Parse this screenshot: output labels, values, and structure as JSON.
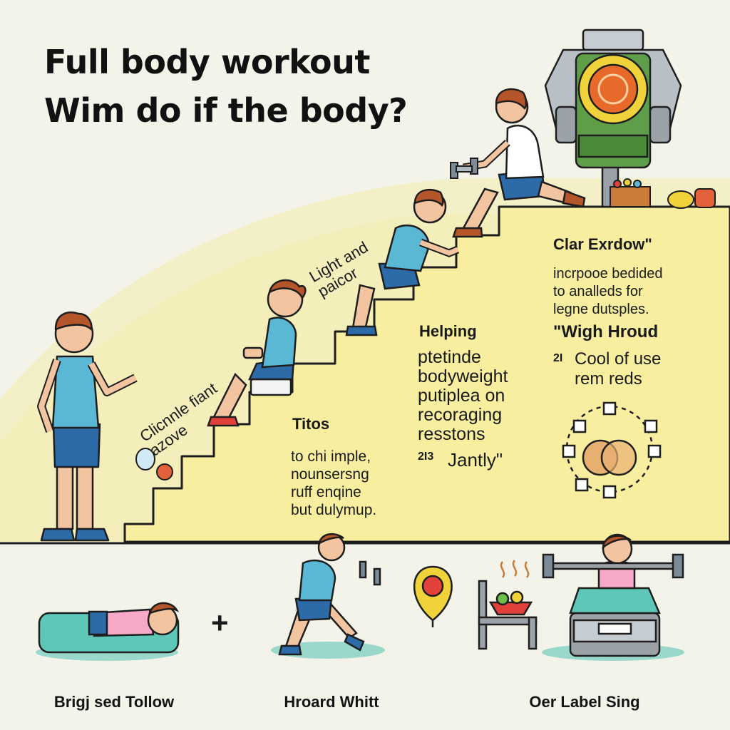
{
  "title": {
    "line1": "Full body workout",
    "line2": "Wim do if the body?"
  },
  "captions": {
    "light_and_paicor": "Light and\npaicor",
    "clicnnle_fiant": "Clicnnle fiant\nazove",
    "titos_heading": "Titos",
    "titos_body": "to chi imple,\nnounsersng\nruff enqine\nbut dulymup.",
    "helping_heading": "Helping",
    "helping_body": "ptetinde\nbodyweight\nputiplea on\nrecoraging\nresstons",
    "jantly_number": "2I3",
    "jantly_text": "Jantly\"",
    "clar_heading": "Clar Exrdow\"",
    "clar_body": "incrpooe bedided\nto analleds for\nlegne dutsples.",
    "wigh_heading": "\"Wigh Hroud",
    "cool_number": "2I",
    "cool_text": "Cool of use\nrem reds"
  },
  "bottom_labels": {
    "left": "Brigj sed Tollow",
    "plus": "+",
    "middle": "Hroard Whitt",
    "right": "Oer Label Sing"
  },
  "colors": {
    "background": "#f4f3ea",
    "staircase": "#f7eea0",
    "glow": "#f3f0c8",
    "shirt": "#5ab8d4",
    "shorts": "#2c6aa8",
    "hair": "#b5562a",
    "skin": "#f2c4a0",
    "machine_green": "#5f9e48",
    "mat": "#5fc7b8",
    "pink_shirt": "#f7a7c8"
  },
  "icons": [
    "dumbbell-icon",
    "cycle-diagram-icon",
    "balloon-icon",
    "fruit-bowl-icon",
    "steam-icon"
  ]
}
